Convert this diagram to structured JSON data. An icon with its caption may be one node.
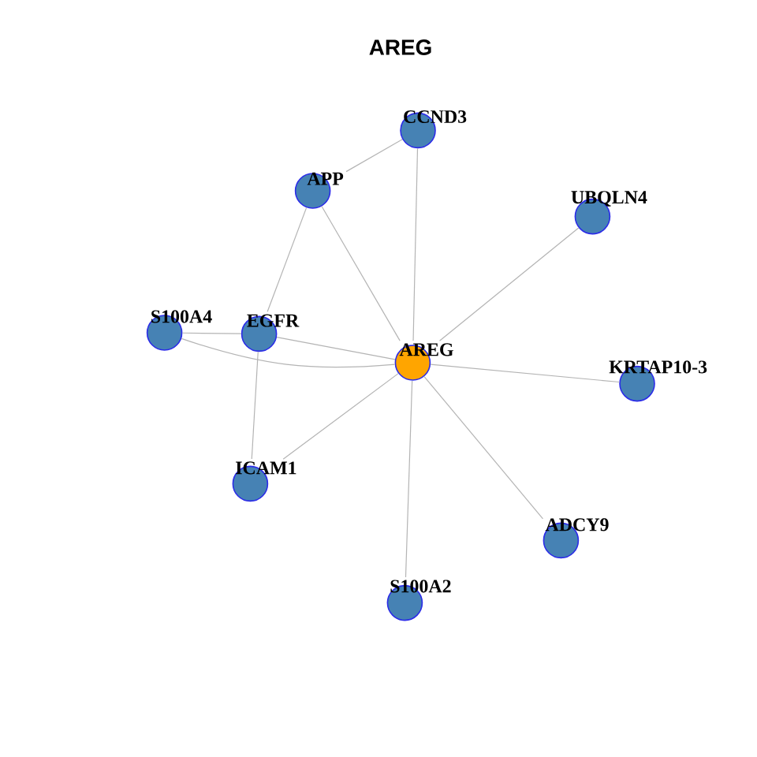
{
  "diagram": {
    "title": "AREG",
    "nodes": [
      {
        "text": [
          "CCND3"
        ]
      },
      {
        "text": [
          "APP"
        ]
      },
      {
        "text": [
          "UBQLN4"
        ]
      },
      {
        "text": [
          "S100A4"
        ]
      },
      {
        "text": [
          "EGFR"
        ]
      },
      {
        "text": [
          "AREG"
        ]
      },
      {
        "text": [
          "KRTAP10-3"
        ]
      },
      {
        "text": [
          "ICAM1"
        ]
      },
      {
        "text": [
          "ADCY9"
        ]
      },
      {
        "text": [
          "S100A2"
        ]
      }
    ],
    "edges": [
      {
        "from": 1,
        "to": 0,
        "arrow": "none"
      },
      {
        "from": 1,
        "to": 4,
        "arrow": "none"
      },
      {
        "from": 1,
        "to": 5,
        "arrow": "none"
      },
      {
        "from": 0,
        "to": 5,
        "arrow": "none"
      },
      {
        "from": 2,
        "to": 5,
        "arrow": "none"
      },
      {
        "from": 3,
        "to": 4,
        "arrow": "none"
      },
      {
        "from": 3,
        "to": 5,
        "arrow": "none"
      },
      {
        "from": 4,
        "to": 5,
        "arrow": "none"
      },
      {
        "from": 4,
        "to": 7,
        "arrow": "none"
      },
      {
        "from": 7,
        "to": 5,
        "arrow": "none"
      },
      {
        "from": 5,
        "to": 6,
        "arrow": "none"
      },
      {
        "from": 5,
        "to": 8,
        "arrow": "none"
      },
      {
        "from": 5,
        "to": 9,
        "arrow": "none"
      }
    ]
  }
}
